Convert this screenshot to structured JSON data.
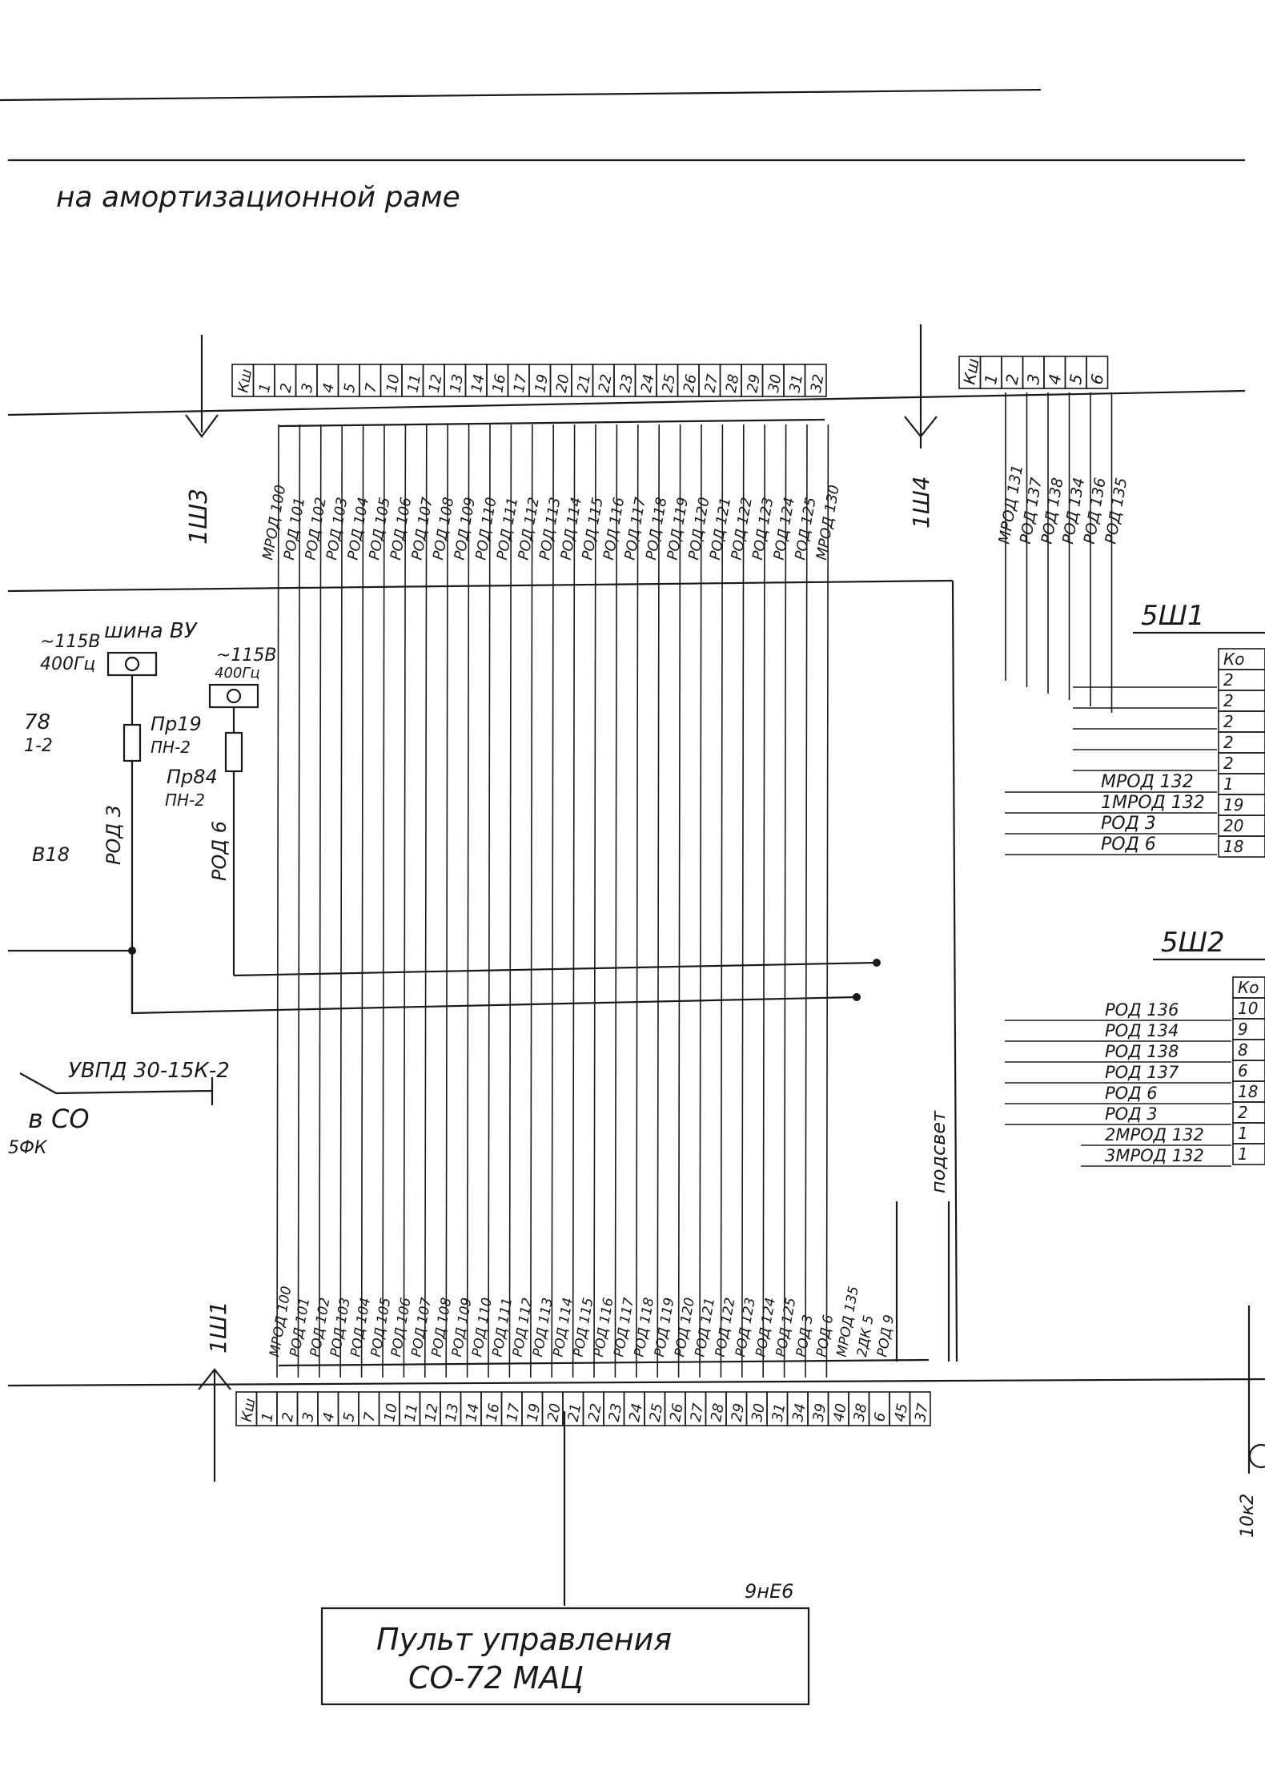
{
  "header": {
    "caption": "на амортизационной раме"
  },
  "connectors": {
    "sh3": {
      "name": "1Ш3",
      "pins": [
        "Кш",
        "1",
        "2",
        "3",
        "4",
        "5",
        "7",
        "10",
        "11",
        "12",
        "13",
        "14",
        "16",
        "17",
        "19",
        "20",
        "21",
        "22",
        "23",
        "24",
        "25",
        "26",
        "27",
        "28",
        "29",
        "30",
        "31",
        "32"
      ],
      "wires": [
        "МРОД 100",
        "РОД 101",
        "РОД 102",
        "РОД 103",
        "РОД 104",
        "РОД 105",
        "РОД 106",
        "РОД 107",
        "РОД 108",
        "РОД 109",
        "РОД 110",
        "РОД 111",
        "РОД 112",
        "РОД 113",
        "РОД 114",
        "РОД 115",
        "РОД 116",
        "РОД 117",
        "РОД 118",
        "РОД 119",
        "РОД 120",
        "РОД 121",
        "РОД 122",
        "РОД 123",
        "РОД 124",
        "РОД 125",
        "МРОД 130"
      ]
    },
    "sh4": {
      "name": "1Ш4",
      "pins": [
        "Кш",
        "1",
        "2",
        "3",
        "4",
        "5",
        "6"
      ],
      "wires": [
        "МРОД 131",
        "РОД 137",
        "РОД 138",
        "РОД 134",
        "РОД 136",
        "РОД 135"
      ]
    },
    "sh1": {
      "name": "1Ш1",
      "pins": [
        "Кш",
        "1",
        "2",
        "3",
        "4",
        "5",
        "7",
        "10",
        "11",
        "12",
        "13",
        "14",
        "16",
        "17",
        "19",
        "20",
        "21",
        "22",
        "23",
        "24",
        "25",
        "26",
        "27",
        "28",
        "29",
        "30",
        "31",
        "34",
        "39",
        "40",
        "38",
        "6",
        "45",
        "37"
      ],
      "wires": [
        "МРОД 100",
        "РОД 101",
        "РОД 102",
        "РОД 103",
        "РОД 104",
        "РОД 105",
        "РОД 106",
        "РОД 107",
        "РОД 108",
        "РОД 109",
        "РОД 110",
        "РОД 111",
        "РОД 112",
        "РОД 113",
        "РОД 114",
        "РОД 115",
        "РОД 116",
        "РОД 117",
        "РОД 118",
        "РОД 119",
        "РОД 120",
        "РОД 121",
        "РОД 122",
        "РОД 123",
        "РОД 124",
        "РОД 125",
        "РОД 3",
        "РОД 6",
        "МРОД 135",
        "2ДК 5",
        "РОД 9"
      ]
    },
    "w5sh1": {
      "name": "5Ш1",
      "pins": [
        "Ко",
        "2",
        "2",
        "2",
        "2",
        "2",
        "1",
        "19",
        "20",
        "18"
      ],
      "wires": [
        "МРОД 132",
        "1МРОД 132",
        "РОД 3",
        "РОД 6"
      ]
    },
    "w5sh2": {
      "name": "5Ш2",
      "pins": [
        "Ко",
        "10",
        "9",
        "8",
        "6",
        "18",
        "2",
        "1",
        "1"
      ],
      "wires": [
        "РОД 136",
        "РОД 134",
        "РОД 138",
        "РОД 137",
        "РОД 6",
        "РОД 3",
        "2МРОД 132",
        "3МРОД 132"
      ]
    }
  },
  "power": {
    "voltage_1": "~115В",
    "freq_1": "400Гц",
    "bus": "шина ВУ",
    "voltage_2": "~115В",
    "freq_2": "400Гц",
    "fuse_1": "Пр19",
    "fuse_1_type": "ПН-2",
    "fuse_2": "Пр84",
    "fuse_2_type": "ПН-2",
    "wire_a": "РОД 3",
    "wire_b": "РОД 6",
    "ref_78": "78",
    "ref_12": "1-2",
    "ref_b18": "В18"
  },
  "misc": {
    "relay": "УВПД 30-15К-2",
    "to_co": "в СО",
    "sfk": "5ФК",
    "podsvet": "подсвет",
    "code": "9нЕ6",
    "res": "10к2"
  },
  "panel": {
    "line1": "Пульт управления",
    "line2": "СО-72 МАЦ"
  },
  "colors": {
    "ink": "#1a1a1a",
    "paper": "#ffffff"
  }
}
